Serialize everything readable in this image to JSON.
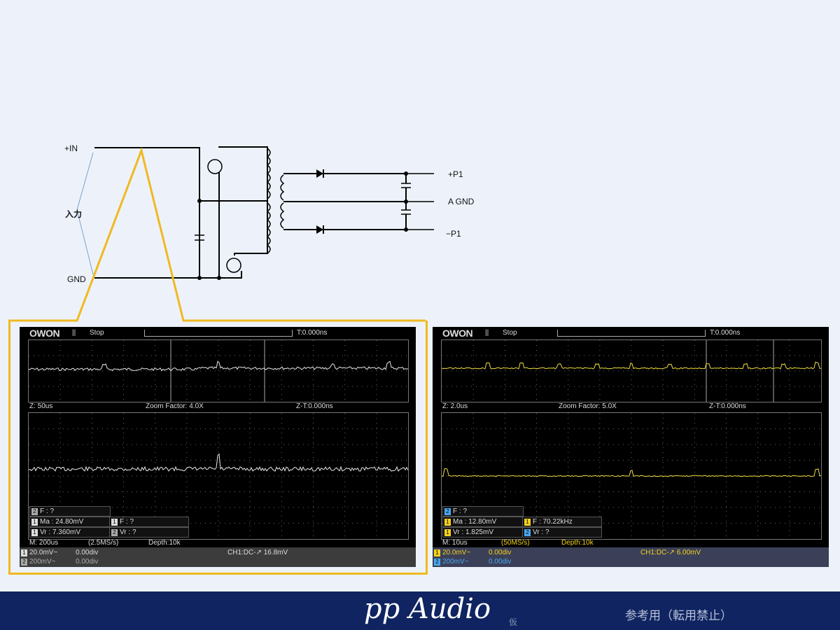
{
  "circuit": {
    "in_plus": "+IN",
    "in_label": "入力",
    "gnd": "GND",
    "out_p1": "+P1",
    "out_agnd": "A GND",
    "out_m1": "−P1"
  },
  "highlight_color": "#f0b921",
  "scopes": [
    {
      "brand": "OWON",
      "state": "Stop",
      "trigger_time": "T:0.000ns",
      "zoom_time": "Z: 50us",
      "zoom_factor": "Zoom Factor: 4.0X",
      "zt": "Z-T:0.000ns",
      "meas": {
        "ch2_f": "F :    ?",
        "ch1_ma": "Ma : 24.80mV",
        "ch1_f": "F :    ?",
        "ch1_vr": "Vr : 7.360mV",
        "ch2_vr": "Vr :    ?"
      },
      "timebase": "M: 200us",
      "sample_rate": "(2.5MS/s)",
      "depth": "Depth:10k",
      "ch1_scale": "20.0mV~",
      "ch1_offset": "0.00div",
      "ch2_scale": "200mV~",
      "ch2_offset": "0.00div",
      "trigger": "CH1:DC-↗ 16.8mV",
      "ch1_color": "#dddddd",
      "trace_color": "#e8e8e8"
    },
    {
      "brand": "OWON",
      "state": "Stop",
      "trigger_time": "T:0.000ns",
      "zoom_time": "Z: 2.0us",
      "zoom_factor": "Zoom Factor: 5.0X",
      "zt": "Z-T:0.000ns",
      "meas": {
        "ch2_f": "F :    ?",
        "ch1_ma": "Ma : 12.80mV",
        "ch1_f": "F : 70.22kHz",
        "ch1_vr": "Vr : 1.825mV",
        "ch2_vr": "Vr :    ?"
      },
      "timebase": "M: 10us",
      "sample_rate": "(50MS/s)",
      "depth": "Depth:10k",
      "ch1_scale": "20.0mV~",
      "ch1_offset": "0.00div",
      "ch2_scale": "200mV~",
      "ch2_offset": "0.00div",
      "trigger": "CH1:DC-↗ 6.00mV",
      "ch1_color": "#f5d21e",
      "trace_color": "#f0dc3c"
    }
  ],
  "footer": {
    "brand": "pp Audio",
    "tag": "仮",
    "notice": "参考用（転用禁止）"
  }
}
